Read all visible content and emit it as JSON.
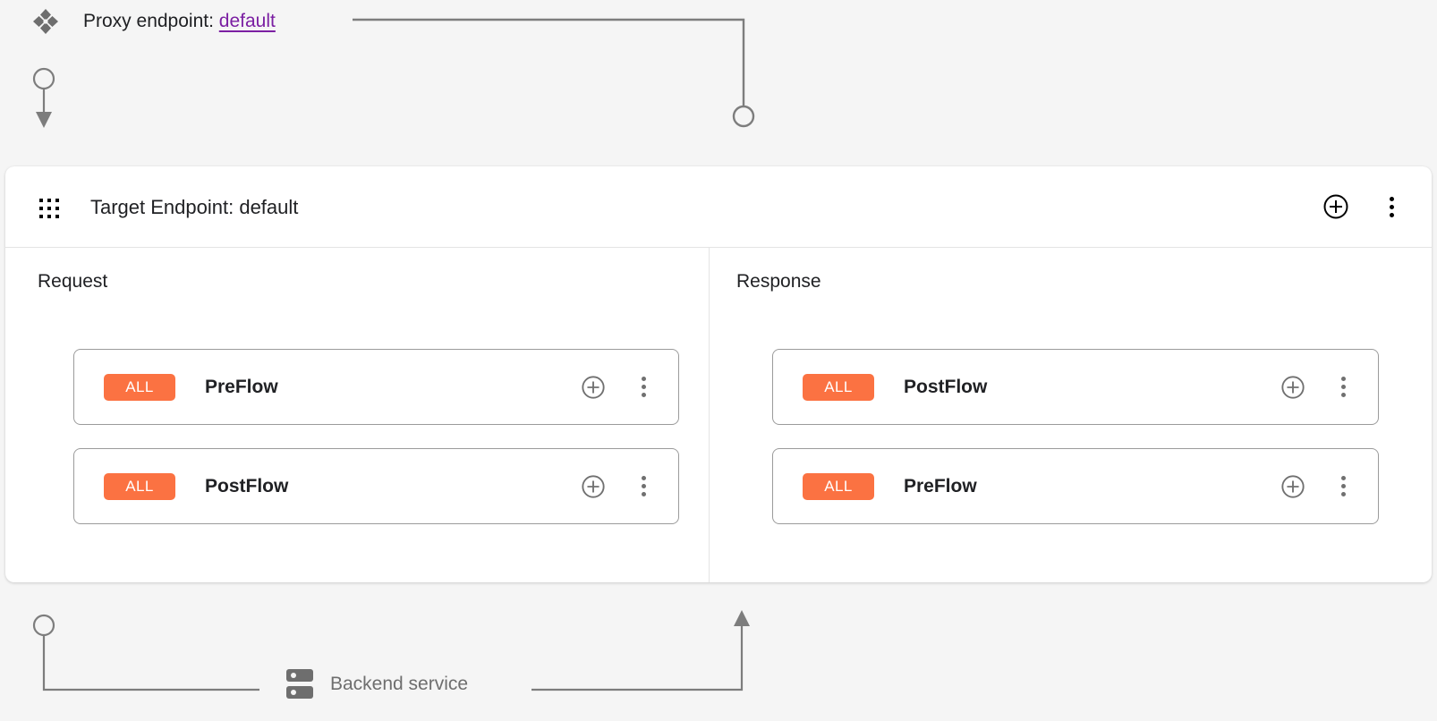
{
  "page": {
    "background": "#f5f5f5",
    "accent_badge_color": "#fb7242",
    "link_color": "#7b1fa2",
    "connector_color": "#7d7d7d"
  },
  "proxy": {
    "icon": "diamond-cluster-icon",
    "label_prefix": "Proxy endpoint:",
    "link_text": "default"
  },
  "target_endpoint": {
    "icon": "apps-grid-icon",
    "title": "Target Endpoint: default",
    "actions": [
      {
        "name": "add-icon",
        "glyph": "plus-circle"
      },
      {
        "name": "more-options-icon",
        "glyph": "dots-vertical"
      }
    ]
  },
  "columns": [
    {
      "key": "request",
      "title": "Request",
      "arrow_direction": "down",
      "flows": [
        {
          "badge": "ALL",
          "name": "PreFlow"
        },
        {
          "badge": "ALL",
          "name": "PostFlow"
        }
      ]
    },
    {
      "key": "response",
      "title": "Response",
      "arrow_direction": "up",
      "flows": [
        {
          "badge": "ALL",
          "name": "PostFlow"
        },
        {
          "badge": "ALL",
          "name": "PreFlow"
        }
      ]
    }
  ],
  "row_actions": [
    {
      "name": "add-icon",
      "glyph": "plus-circle"
    },
    {
      "name": "more-options-icon",
      "glyph": "dots-vertical"
    }
  ],
  "backend": {
    "icon": "server-icon",
    "label": "Backend service"
  }
}
